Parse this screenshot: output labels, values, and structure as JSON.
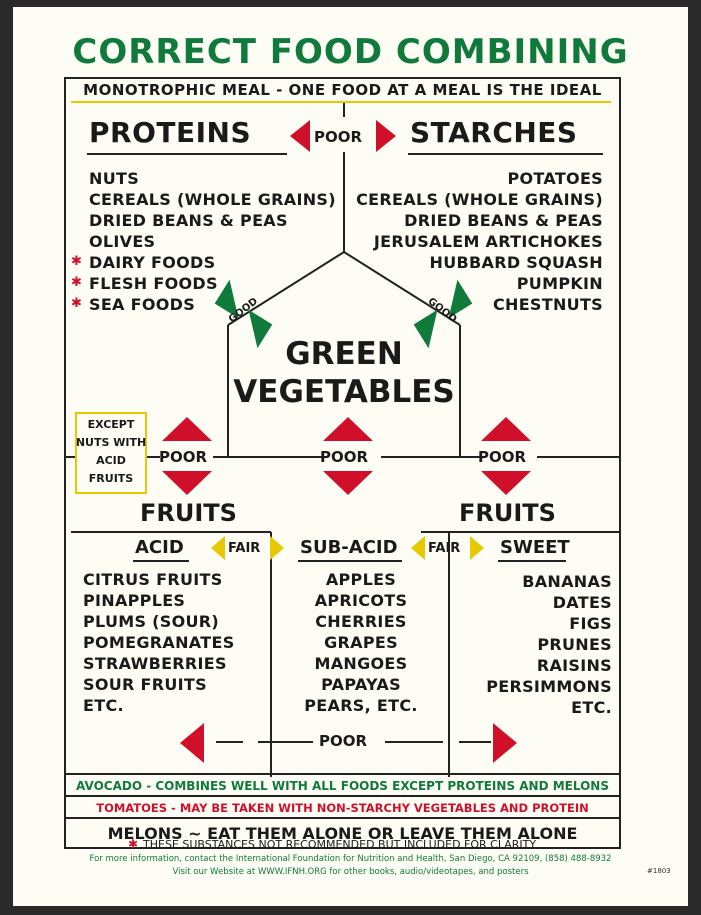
{
  "title": "CORRECT FOOD COMBINING",
  "subtitle": "MONOTROPHIC MEAL - ONE FOOD AT A MEAL IS THE IDEAL",
  "proteins": {
    "heading": "PROTEINS",
    "items": [
      "NUTS",
      "CEREALS (WHOLE GRAINS)",
      "DRIED BEANS & PEAS",
      "OLIVES",
      "DAIRY FOODS",
      "FLESH FOODS",
      "SEA FOODS"
    ],
    "asterisk": "✱"
  },
  "starches": {
    "heading": "STARCHES",
    "items": [
      "POTATOES",
      "CEREALS (WHOLE GRAINS)",
      "DRIED BEANS & PEAS",
      "JERUSALEM ARTICHOKES",
      "HUBBARD SQUASH",
      "PUMPKIN",
      "CHESTNUTS"
    ]
  },
  "labels": {
    "poor": "POOR",
    "good": "GOOD",
    "fair": "FAIR",
    "fruits": "FRUITS"
  },
  "green_vegetables": {
    "line1": "GREEN",
    "line2": "VEGETABLES"
  },
  "except_box": {
    "line1": "EXCEPT",
    "line2": "NUTS WITH",
    "line3": "ACID",
    "line4": "FRUITS"
  },
  "acid": {
    "heading": "ACID",
    "items": [
      "CITRUS FRUITS",
      "PINAPPLES",
      "PLUMS (SOUR)",
      "POMEGRANATES",
      "STRAWBERRIES",
      "SOUR FRUITS",
      "ETC."
    ]
  },
  "subacid": {
    "heading": "SUB-ACID",
    "items": [
      "APPLES",
      "APRICOTS",
      "CHERRIES",
      "GRAPES",
      "MANGOES",
      "PAPAYAS",
      "PEARS, ETC."
    ]
  },
  "sweet": {
    "heading": "SWEET",
    "items": [
      "BANANAS",
      "DATES",
      "FIGS",
      "PRUNES",
      "RAISINS",
      "PERSIMMONS",
      "ETC."
    ]
  },
  "avocado": "AVOCADO - COMBINES WELL WITH ALL FOODS EXCEPT PROTEINS AND MELONS",
  "tomatoes": "TOMATOES - MAY BE TAKEN WITH NON-STARCHY VEGETABLES AND PROTEIN",
  "melons": "MELONS ~ EAT THEM ALONE OR LEAVE THEM ALONE",
  "footnote": "THESE SUBSTANCES NOT RECOMMENDED BUT INCLUDED FOR CLARITY",
  "info1": "For more information, contact the International Foundation for Nutrition and Health, San Diego, CA 92109, (858) 488-8932",
  "info2": "Visit our Website at WWW.IFNH.ORG for other books, audio/videotapes, and posters",
  "code": "#1803",
  "colors": {
    "green": "#0f7a3a",
    "red": "#d0102a",
    "yellow": "#e8c800",
    "ink": "#1a1a1a"
  }
}
